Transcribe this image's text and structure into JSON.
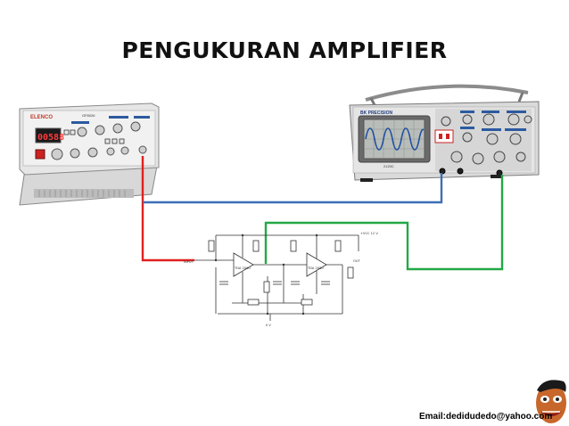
{
  "title": "PENGUKURAN AMPLIFIER",
  "function_generator": {
    "brand": "ELENCO",
    "model": "GF8026",
    "display": "00588"
  },
  "oscilloscope": {
    "brand": "BK PRECISION",
    "model": "2120C"
  },
  "schematic": {
    "input_label": "INPUT",
    "supply_label": "+VCC\n12 V",
    "opamp1": "TDA 2050",
    "opamp2": "TDA 2050",
    "out_label": "OUT",
    "ground_label": "0 V"
  },
  "wires": {
    "red": "#e02020",
    "blue": "#3c6fb5",
    "green": "#22a845"
  },
  "footer_email": "Email:dedidudedo@yahoo.com"
}
